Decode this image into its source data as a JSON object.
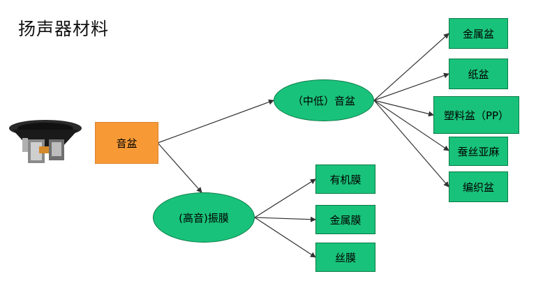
{
  "title": "扬声器材料",
  "nodes": {
    "root": "音盆",
    "mid_low": "（中低）音盆",
    "tweeter": "(高音)振膜",
    "metal_cone": "金属盆",
    "paper_cone": "纸盆",
    "plastic_cone": "塑料盆（PP）",
    "silk_linen": "蚕丝亚麻",
    "woven_cone": "编织盆",
    "organic_film": "有机膜",
    "metal_film": "金属膜",
    "silk_film": "丝膜"
  },
  "colors": {
    "green": "#19c27a",
    "orange": "#f79a36",
    "line": "#333333"
  },
  "icons": {
    "speaker": "speaker-icon"
  }
}
